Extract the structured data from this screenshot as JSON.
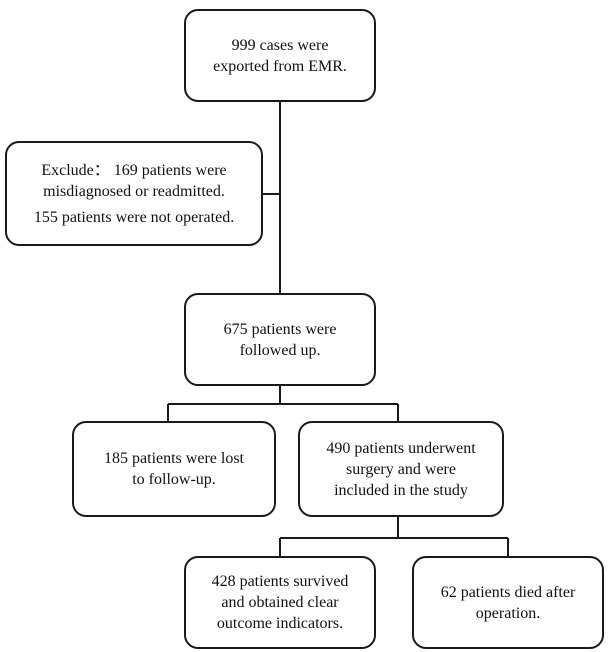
{
  "boxes": {
    "exported": [
      "999 cases were",
      "exported from EMR."
    ],
    "exclude": [
      "Exclude： 169 patients were",
      "misdiagnosed or readmitted.",
      "155 patients were not operated."
    ],
    "followed": [
      "675 patients were",
      "followed up."
    ],
    "lost": [
      "185 patients were lost",
      "to follow-up."
    ],
    "included": [
      "490 patients underwent",
      "surgery and were",
      "included in the study"
    ],
    "survived": [
      "428 patients survived",
      "and obtained clear",
      "outcome indicators."
    ],
    "died": [
      "62 patients died after",
      "operation."
    ]
  }
}
